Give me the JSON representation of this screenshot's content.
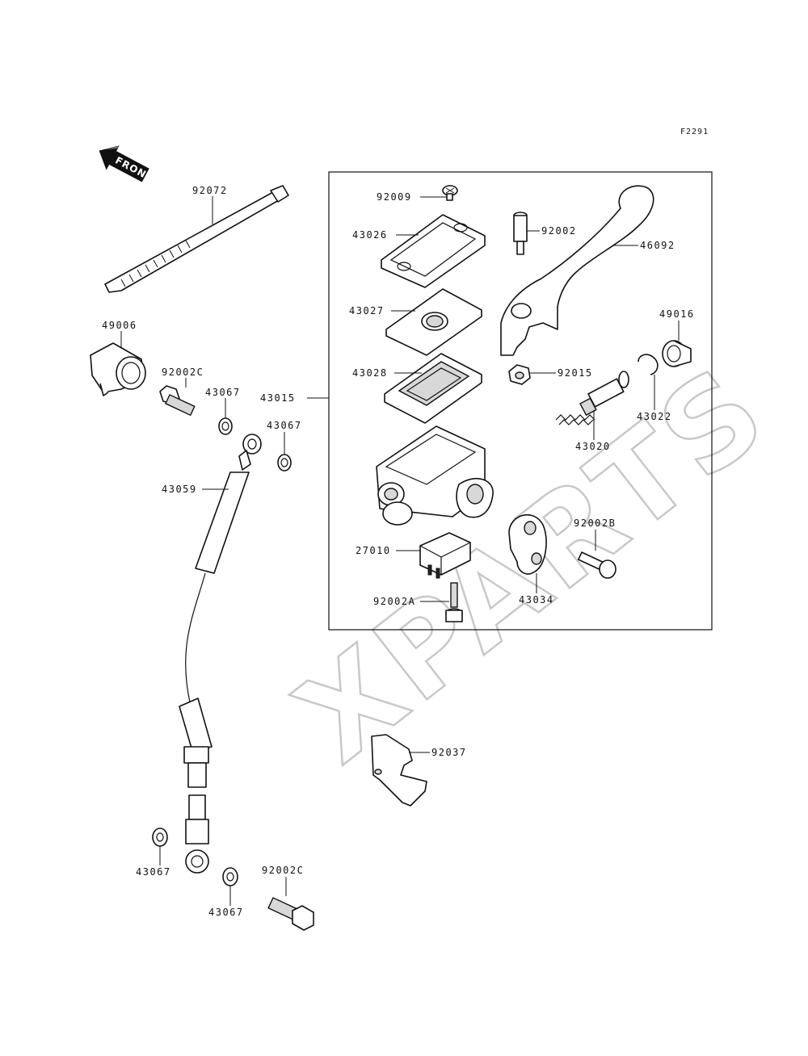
{
  "diagram_code": "F2291",
  "watermark": "XPARTS",
  "direction_label": "FRONT",
  "parts": [
    {
      "id": "p92072",
      "number": "92072"
    },
    {
      "id": "p49006",
      "number": "49006"
    },
    {
      "id": "p92002C_top",
      "number": "92002C"
    },
    {
      "id": "p43067_a",
      "number": "43067"
    },
    {
      "id": "p43067_b",
      "number": "43067"
    },
    {
      "id": "p43059",
      "number": "43059"
    },
    {
      "id": "p43015",
      "number": "43015"
    },
    {
      "id": "p92009",
      "number": "92009"
    },
    {
      "id": "p43026",
      "number": "43026"
    },
    {
      "id": "p43027",
      "number": "43027"
    },
    {
      "id": "p43028",
      "number": "43028"
    },
    {
      "id": "p92002",
      "number": "92002"
    },
    {
      "id": "p46092",
      "number": "46092"
    },
    {
      "id": "p49016",
      "number": "49016"
    },
    {
      "id": "p92015",
      "number": "92015"
    },
    {
      "id": "p43022",
      "number": "43022"
    },
    {
      "id": "p43020",
      "number": "43020"
    },
    {
      "id": "p92002B",
      "number": "92002B"
    },
    {
      "id": "p27010",
      "number": "27010"
    },
    {
      "id": "p92002A",
      "number": "92002A"
    },
    {
      "id": "p43034",
      "number": "43034"
    },
    {
      "id": "p92037",
      "number": "92037"
    },
    {
      "id": "p43067_c",
      "number": "43067"
    },
    {
      "id": "p43067_d",
      "number": "43067"
    },
    {
      "id": "p92002C_bottom",
      "number": "92002C"
    }
  ]
}
